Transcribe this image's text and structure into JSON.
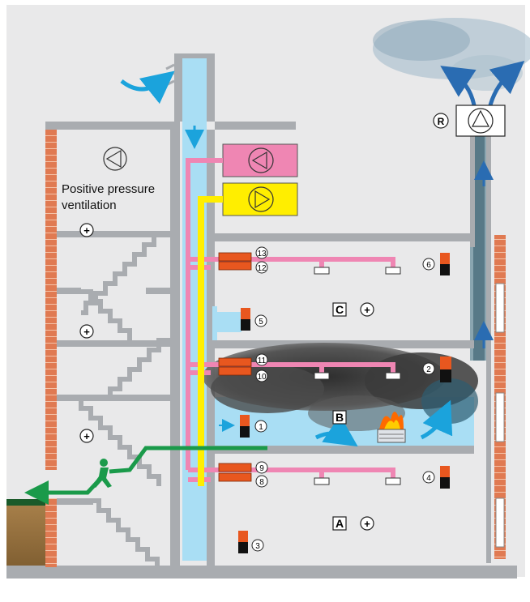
{
  "caption": {
    "line1": "Positive pressure",
    "line2": "ventilation"
  },
  "zones": {
    "a": "A",
    "b": "B",
    "c": "C",
    "pressure_sign": "+"
  },
  "exhaust_fan_label": "R",
  "dampers": [
    "1",
    "2",
    "3",
    "4",
    "5",
    "6",
    "8",
    "9",
    "10",
    "11",
    "12",
    "13"
  ],
  "colors": {
    "background": "#e9e9ea",
    "wall": "#a9acb0",
    "supply_air": "#a9def4",
    "air_arrow": "#1ba3dc",
    "exhaust_arrow": "#2a6cb2",
    "pink_duct": "#ef86b3",
    "yellow_duct": "#ffee00",
    "damper": "#e8571f",
    "escape_route": "#1a9a4a",
    "brick": "#e07a52",
    "smoke": "#3c3c3c"
  }
}
